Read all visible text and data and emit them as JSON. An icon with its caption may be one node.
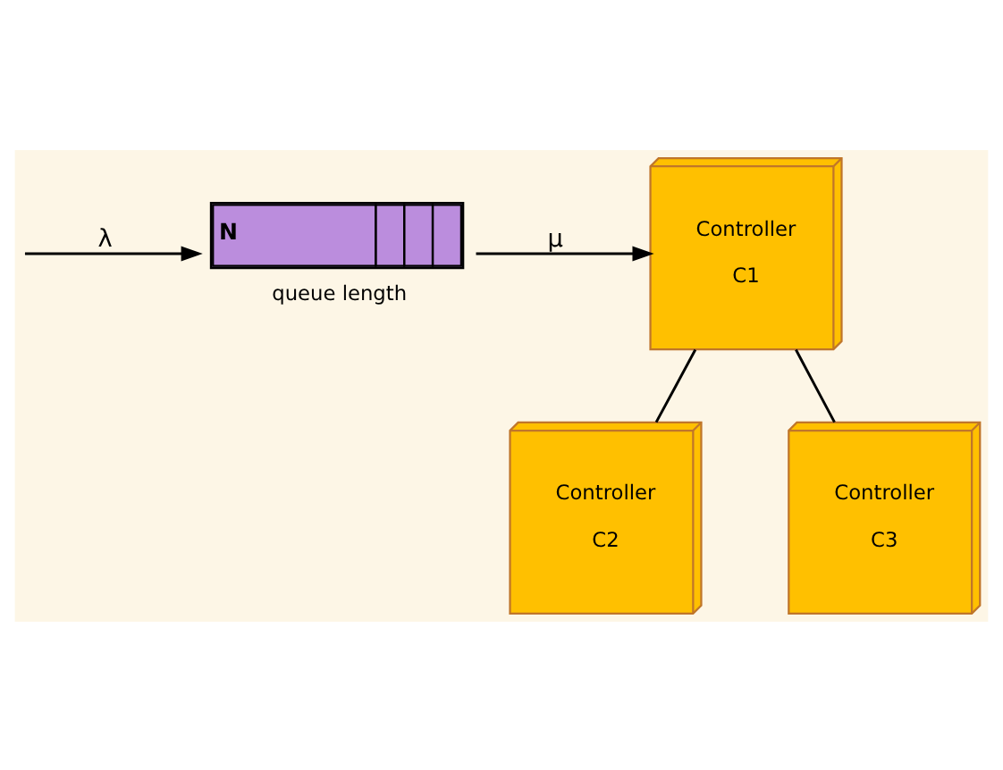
{
  "diagram": {
    "nodes": [
      {
        "text": [
          "N"
        ],
        "beside": [
          "queue length"
        ]
      },
      {
        "text": [
          "Controller",
          "C1"
        ]
      },
      {
        "text": [
          "Controller",
          "C2"
        ]
      },
      {
        "text": [
          "Controller",
          "C3"
        ]
      }
    ],
    "edges": [
      {
        "from": null,
        "to": 0,
        "arrow": "to",
        "label": "λ"
      },
      {
        "from": 0,
        "to": 1,
        "arrow": "to",
        "label": "μ"
      },
      {
        "from": 1,
        "to": 2,
        "arrow": "none"
      },
      {
        "from": 1,
        "to": 3,
        "arrow": "none"
      }
    ]
  }
}
